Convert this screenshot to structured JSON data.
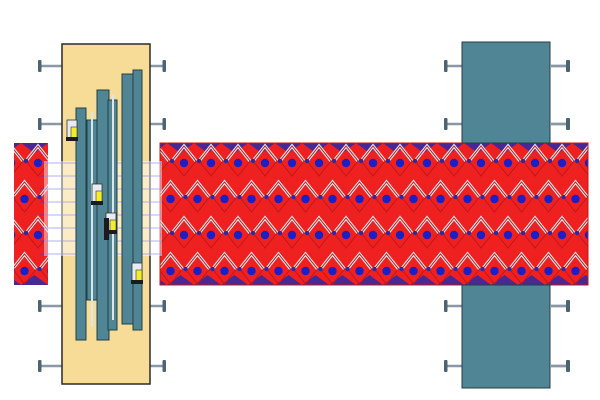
{
  "diagram": {
    "title": "",
    "colors": {
      "background": "#ffffff",
      "mesh_red": "#ee2020",
      "mesh_border": "#c01818",
      "mesh_chevron": "#e8e8ec",
      "node_blue": "#1a20c8",
      "wedge_blue": "#2a2aa8",
      "flange_yellow": "#f7dc98",
      "flange_outline": "#2a2a2a",
      "plate_teal": "#4f8594",
      "plate_outline": "#263f46",
      "bolt_gray": "#8a98a6",
      "bolt_head": "#4d6472",
      "grid_line": "#4040d8",
      "clamp_yellow": "#f3ee2a"
    },
    "components": {
      "mesh_pattern": "red-mesh-with-blue-nodes",
      "left_assembly": "yellow-flange-with-teal-plates",
      "right_assembly": "teal-block-bolted"
    }
  }
}
